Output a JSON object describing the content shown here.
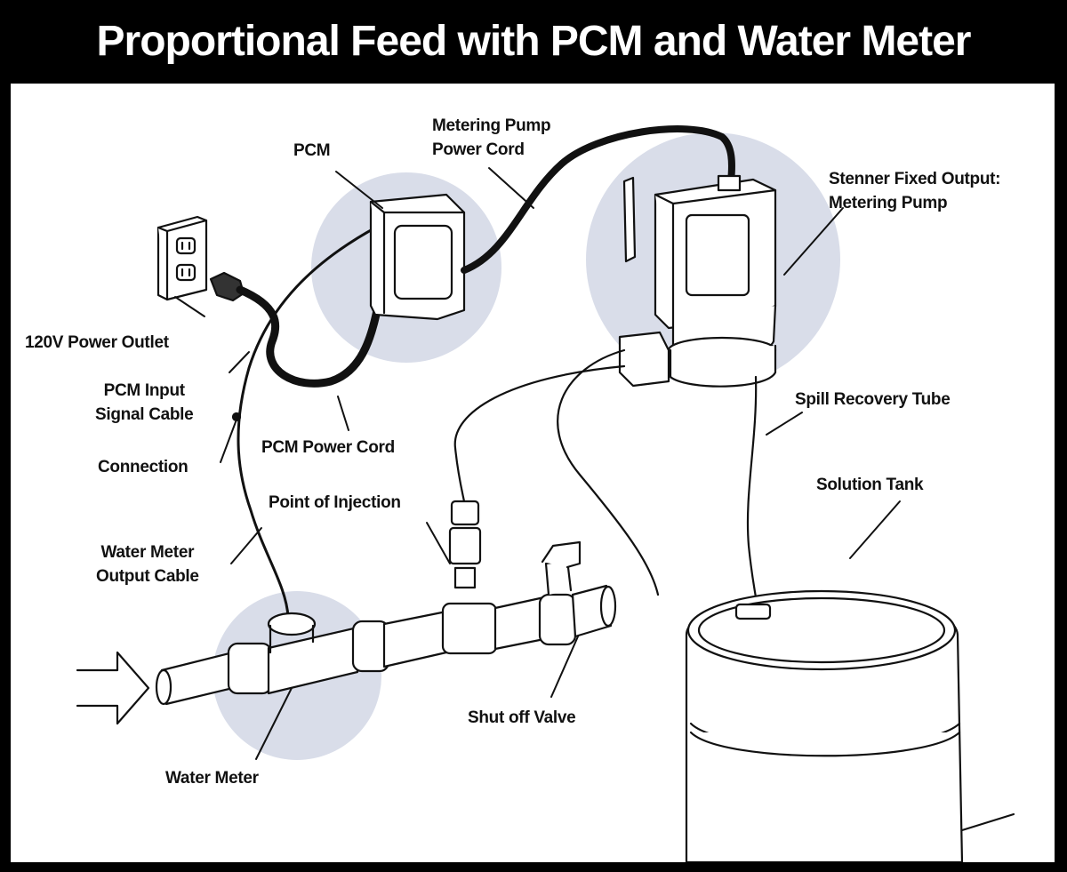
{
  "title": "Proportional Feed with PCM and Water Meter",
  "labels": {
    "pcm": "PCM",
    "metering_pump_power_cord": [
      "Metering Pump",
      "Power Cord"
    ],
    "stenner_pump": [
      "Stenner Fixed Output:",
      "Metering Pump"
    ],
    "power_outlet": "120V Power Outlet",
    "pcm_input_signal_cable": [
      "PCM Input",
      "Signal Cable"
    ],
    "connection": "Connection",
    "pcm_power_cord": "PCM Power Cord",
    "spill_recovery_tube": "Spill Recovery Tube",
    "solution_tank": "Solution Tank",
    "point_of_injection": "Point of Injection",
    "water_meter_output_cable": [
      "Water Meter",
      "Output Cable"
    ],
    "shut_off_valve": "Shut off Valve",
    "water_meter": "Water Meter"
  },
  "colors": {
    "background": "#000000",
    "panel": "#ffffff",
    "highlight": "#d9dde9",
    "ink": "#111111"
  }
}
